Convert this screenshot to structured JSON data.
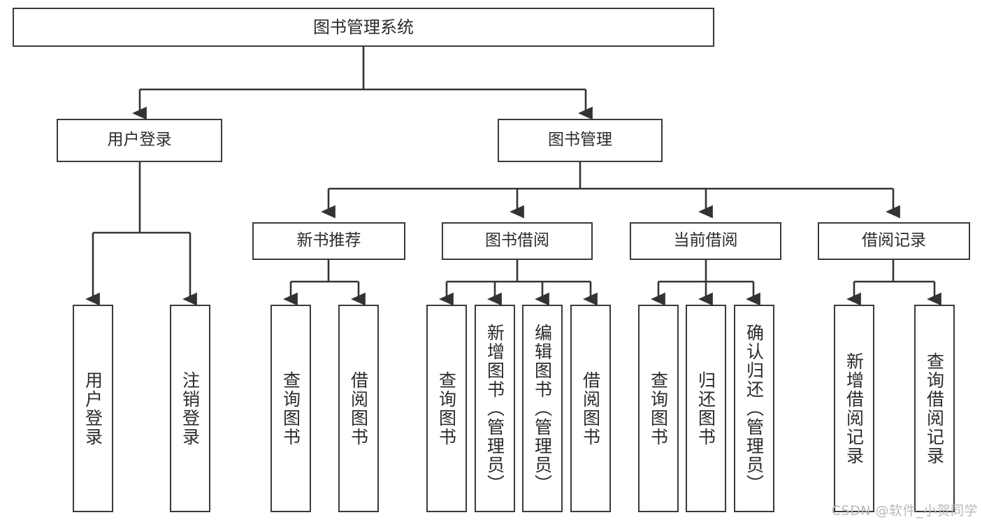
{
  "diagram": {
    "title": "图书管理系统",
    "type": "tree-hierarchy-chart",
    "root": {
      "label": "图书管理系统"
    },
    "level2": [
      {
        "label": "用户登录"
      },
      {
        "label": "图书管理"
      }
    ],
    "level3": [
      {
        "label": "新书推荐"
      },
      {
        "label": "图书借阅"
      },
      {
        "label": "当前借阅"
      },
      {
        "label": "借阅记录"
      }
    ],
    "leaves": {
      "user_login": [
        {
          "label": "用户登录"
        },
        {
          "label": "注销登录"
        }
      ],
      "new_book_recommend": [
        {
          "label": "查询图书"
        },
        {
          "label": "借阅图书"
        }
      ],
      "book_borrow": [
        {
          "label": "查询图书"
        },
        {
          "label": "新增图书（管理员）"
        },
        {
          "label": "编辑图书（管理员）"
        },
        {
          "label": "借阅图书"
        }
      ],
      "current_borrow": [
        {
          "label": "查询图书"
        },
        {
          "label": "归还图书"
        },
        {
          "label": "确认归还（管理员）"
        }
      ],
      "borrow_record": [
        {
          "label": "新增借阅记录"
        },
        {
          "label": "查询借阅记录"
        }
      ]
    }
  },
  "watermark": {
    "text": "CSDN @软件_小贺同学"
  },
  "colors": {
    "box_border": "#3a3a3a",
    "line": "#333333",
    "text": "#2b2b2b",
    "background": "#ffffff",
    "watermark": "#b9b9b9"
  }
}
